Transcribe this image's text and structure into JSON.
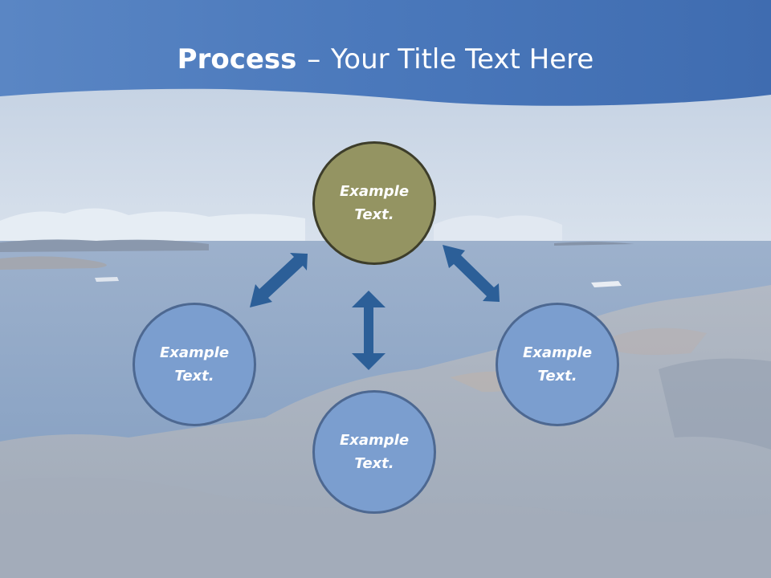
{
  "slide": {
    "title_bold": "Process",
    "title_sep": "–",
    "title_rest": "Your Title Text Here"
  },
  "nodes": [
    {
      "id": "top",
      "line1": "Example",
      "line2": "Text.",
      "fill": "#949462",
      "stroke": "#3d3d2a"
    },
    {
      "id": "left",
      "line1": "Example",
      "line2": "Text.",
      "fill": "#7b9ecf",
      "stroke": "#4d6891"
    },
    {
      "id": "bottom",
      "line1": "Example",
      "line2": "Text.",
      "fill": "#7b9ecf",
      "stroke": "#4d6891"
    },
    {
      "id": "right",
      "line1": "Example",
      "line2": "Text.",
      "fill": "#7b9ecf",
      "stroke": "#4d6891"
    }
  ],
  "colors": {
    "banner": "#4a76b8",
    "arrow": "#2c5f98",
    "sky": "#c9d6e6",
    "sea": "#8ea6c6",
    "rock": "#a9b3c0"
  }
}
